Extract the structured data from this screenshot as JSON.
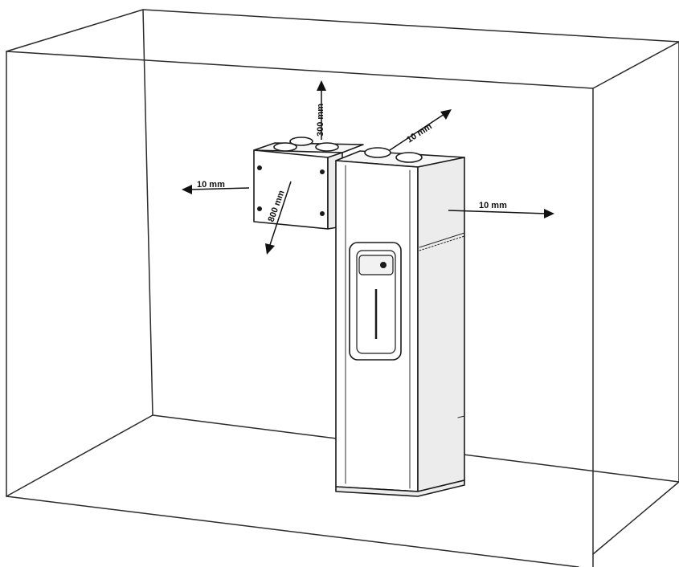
{
  "clearances": {
    "top": "300 mm",
    "back": "10 mm",
    "left": "10 mm",
    "right": "10 mm",
    "front": "800 mm"
  },
  "colors": {
    "stroke": "#1a1a1a",
    "background": "#ffffff"
  }
}
